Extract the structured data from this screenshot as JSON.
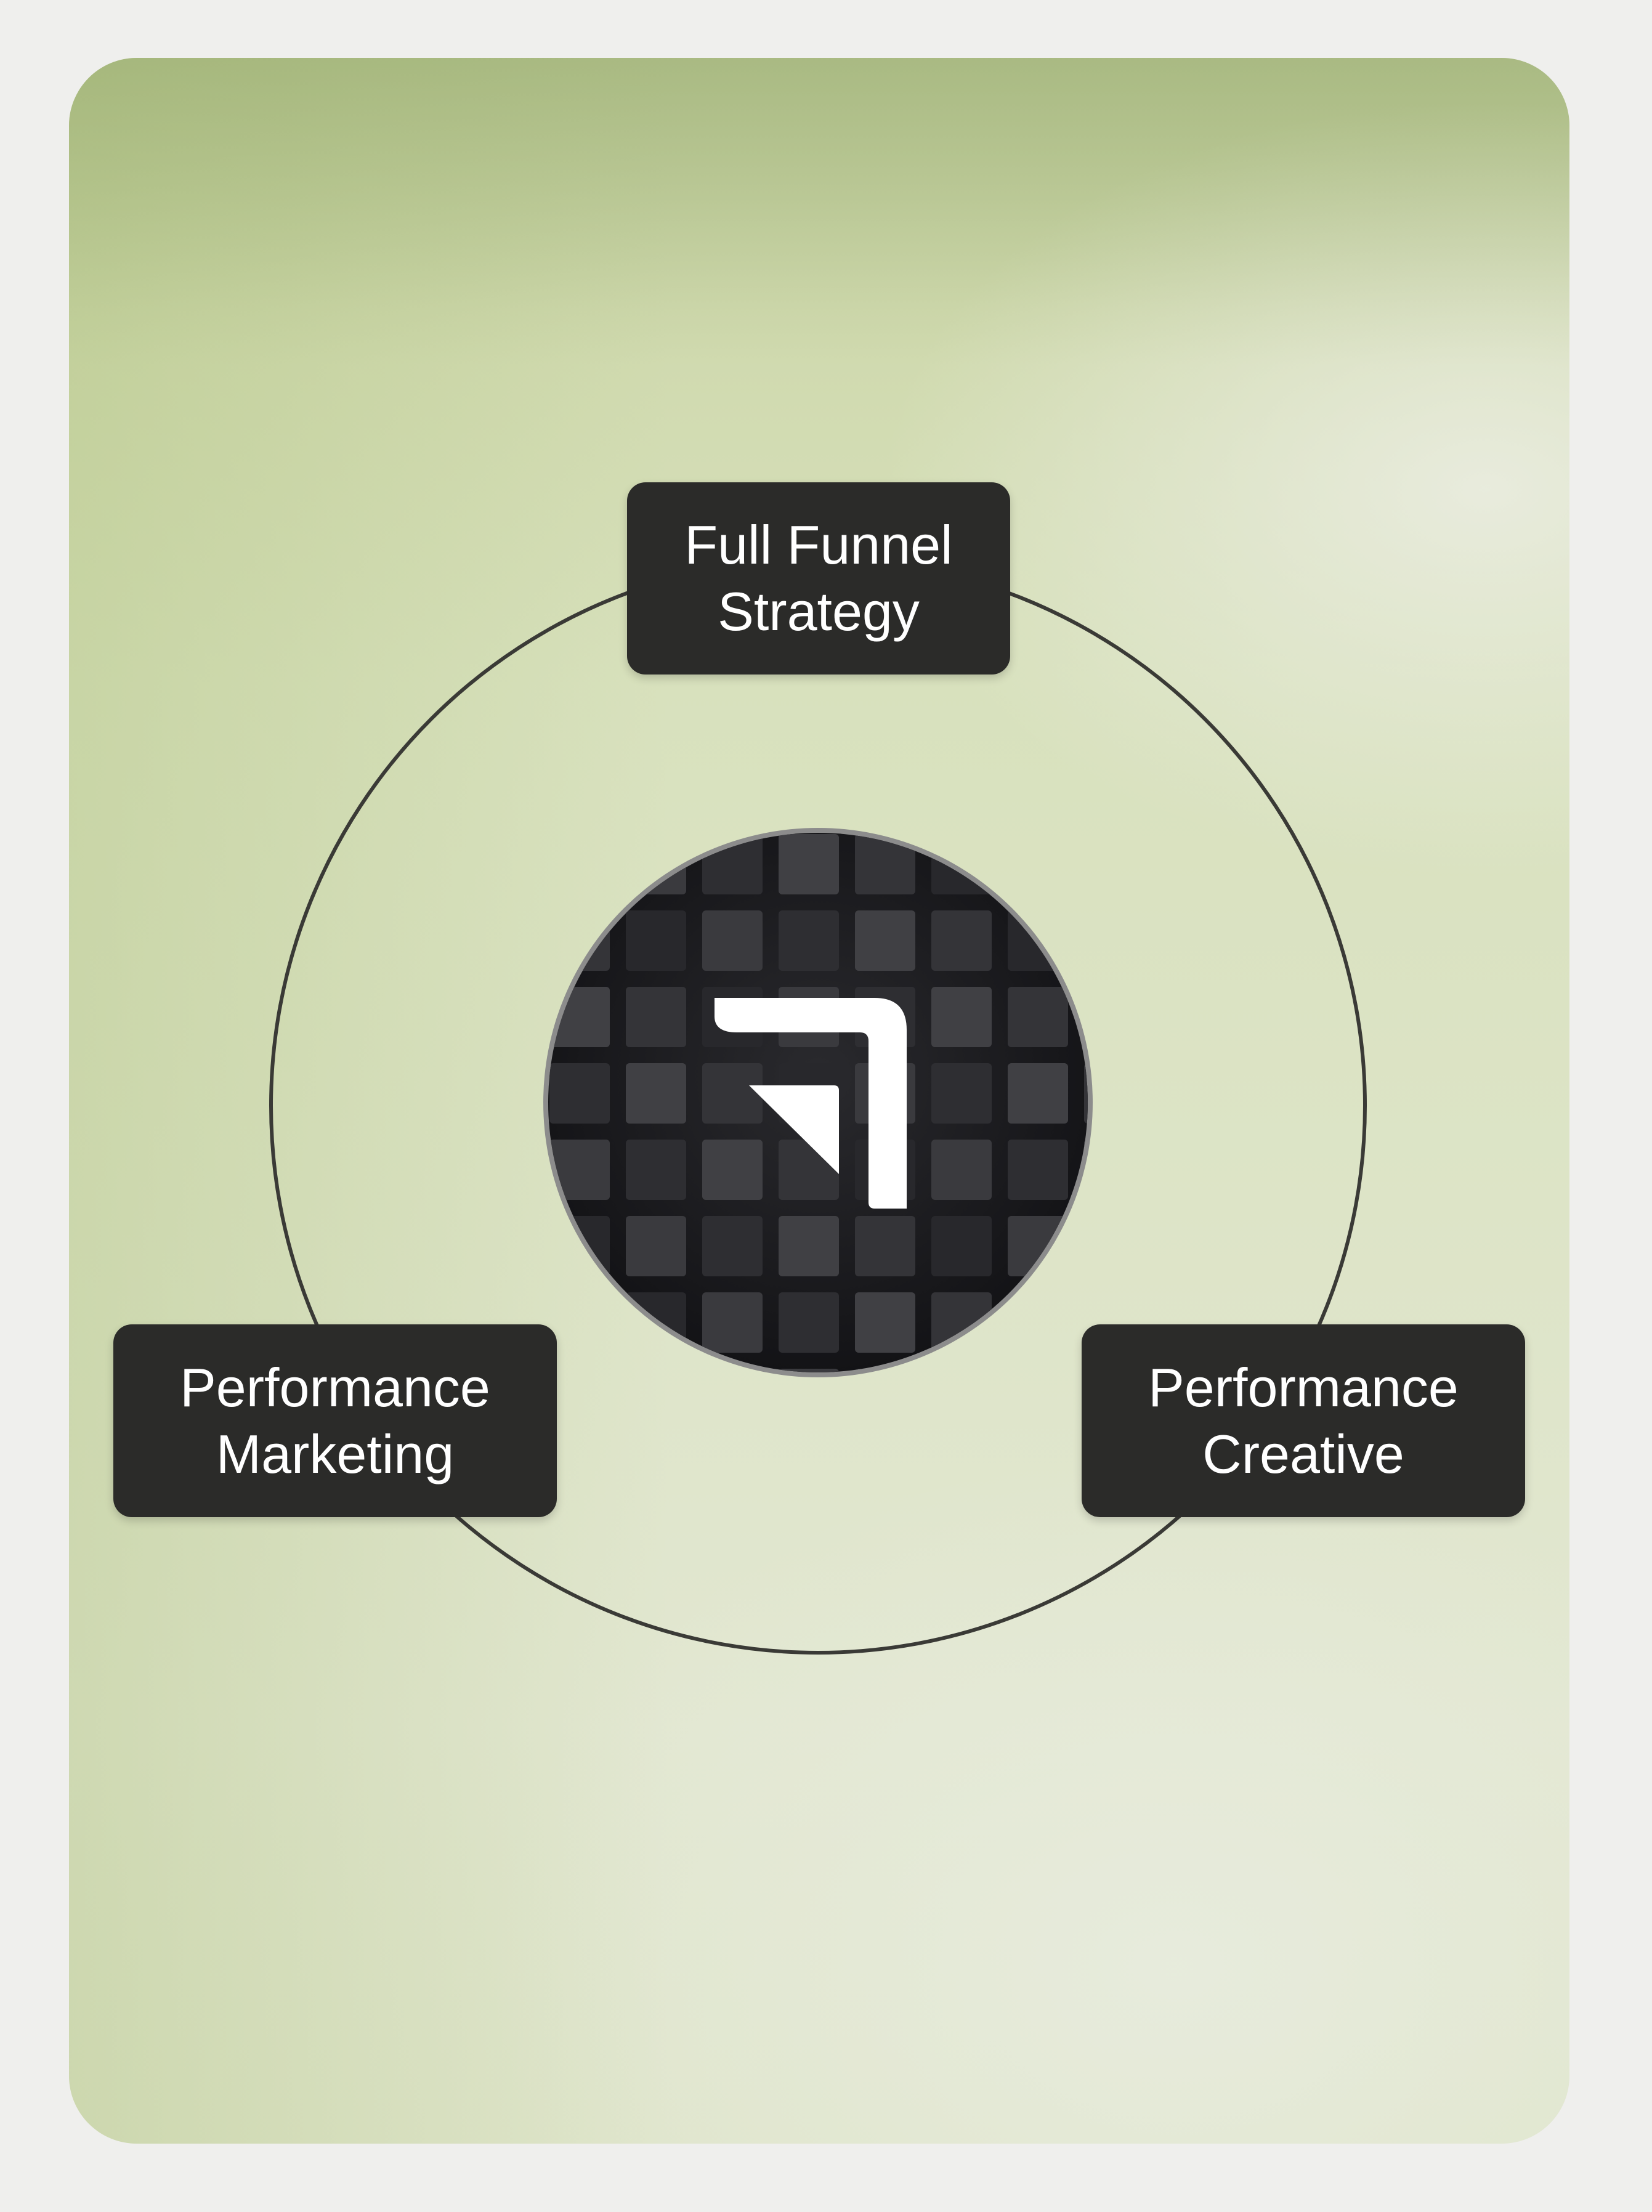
{
  "diagram": {
    "nodes": [
      {
        "id": "top",
        "label": "Full Funnel\nStrategy"
      },
      {
        "id": "left",
        "label": "Performance\nMarketing"
      },
      {
        "id": "right",
        "label": "Performance\nCreative"
      }
    ],
    "center": {
      "icon": "brand-arrow-logo-icon"
    },
    "colors": {
      "label_bg": "#2b2b29",
      "label_text": "#ffffff",
      "ring": "#3a3a36",
      "card_bg_top": "#b9c893",
      "card_bg_bottom": "#e2e7d1"
    }
  }
}
